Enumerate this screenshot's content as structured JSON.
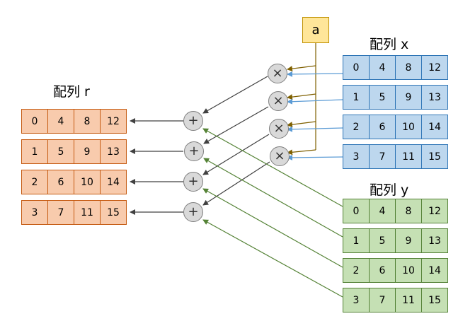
{
  "labels": {
    "r": "配列 r",
    "x": "配列 x",
    "y": "配列 y",
    "a": "a"
  },
  "ops": {
    "mul": "×",
    "add": "+"
  },
  "arrays": {
    "r": [
      [
        "0",
        "4",
        "8",
        "12"
      ],
      [
        "1",
        "5",
        "9",
        "13"
      ],
      [
        "2",
        "6",
        "10",
        "14"
      ],
      [
        "3",
        "7",
        "11",
        "15"
      ]
    ],
    "x": [
      [
        "0",
        "4",
        "8",
        "12"
      ],
      [
        "1",
        "5",
        "9",
        "13"
      ],
      [
        "2",
        "6",
        "10",
        "14"
      ],
      [
        "3",
        "7",
        "11",
        "15"
      ]
    ],
    "y": [
      [
        "0",
        "4",
        "8",
        "12"
      ],
      [
        "1",
        "5",
        "9",
        "13"
      ],
      [
        "2",
        "6",
        "10",
        "14"
      ],
      [
        "3",
        "7",
        "11",
        "15"
      ]
    ]
  },
  "colors": {
    "r_fill": "#f8cbad",
    "x_fill": "#bdd7ee",
    "y_fill": "#c5e0b4",
    "a_fill": "#ffe699",
    "x_arrow": "#5b9bd5",
    "y_arrow": "#548235",
    "a_arrow": "#7f6000",
    "r_arrow": "#404040"
  }
}
